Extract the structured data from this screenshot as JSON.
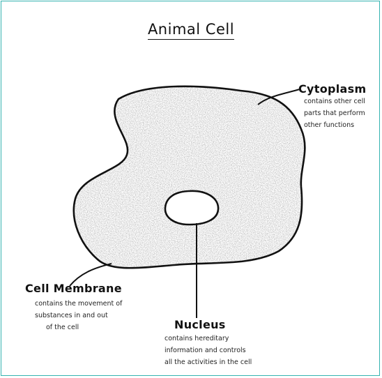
{
  "title": "Animal Cell",
  "labels": {
    "cytoplasm": {
      "name": "Cytoplasm",
      "description": [
        "contains other cell",
        "parts that perform",
        "other functions"
      ]
    },
    "cell_membrane": {
      "name": "Cell Membrane",
      "description": [
        "contains the movement of",
        "substances in and out",
        "of the cell"
      ]
    },
    "nucleus": {
      "name": "Nucleus",
      "description": [
        "contains hereditary",
        "information and controls",
        "all the activities in the cell"
      ]
    }
  },
  "colors": {
    "frame": "#35b3b0",
    "ink": "#111111",
    "stipple": "#7a7a7a"
  }
}
